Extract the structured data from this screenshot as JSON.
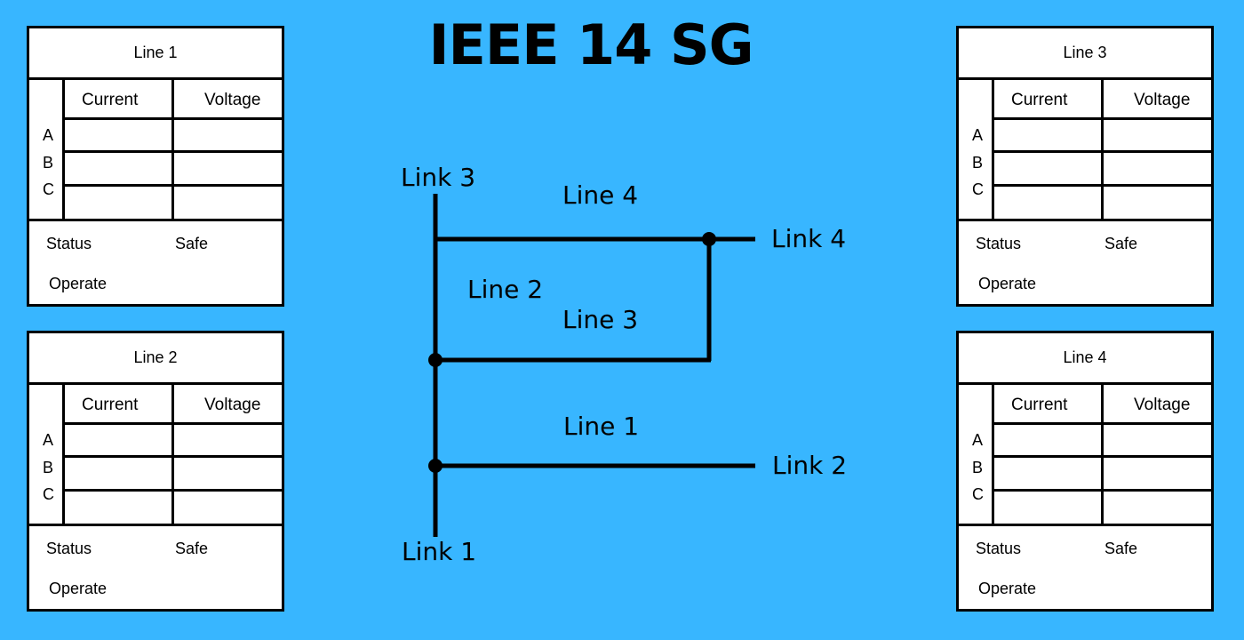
{
  "title": "IEEE 14 SG",
  "panels": [
    {
      "title": "Line 1",
      "col_current": "Current",
      "col_voltage": "Voltage",
      "phases": [
        "A",
        "B",
        "C"
      ],
      "status_label": "Status",
      "status_value": "Safe",
      "action": "Operate"
    },
    {
      "title": "Line 2",
      "col_current": "Current",
      "col_voltage": "Voltage",
      "phases": [
        "A",
        "B",
        "C"
      ],
      "status_label": "Status",
      "status_value": "Safe",
      "action": "Operate"
    },
    {
      "title": "Line 3",
      "col_current": "Current",
      "col_voltage": "Voltage",
      "phases": [
        "A",
        "B",
        "C"
      ],
      "status_label": "Status",
      "status_value": "Safe",
      "action": "Operate"
    },
    {
      "title": "Line 4",
      "col_current": "Current",
      "col_voltage": "Voltage",
      "phases": [
        "A",
        "B",
        "C"
      ],
      "status_label": "Status",
      "status_value": "Safe",
      "action": "Operate"
    }
  ],
  "diagram": {
    "links": {
      "link1": "Link 1",
      "link2": "Link 2",
      "link3": "Link 3",
      "link4": "Link 4"
    },
    "lines": {
      "line1": "Line 1",
      "line2": "Line 2",
      "line3": "Line 3",
      "line4": "Line 4"
    }
  }
}
